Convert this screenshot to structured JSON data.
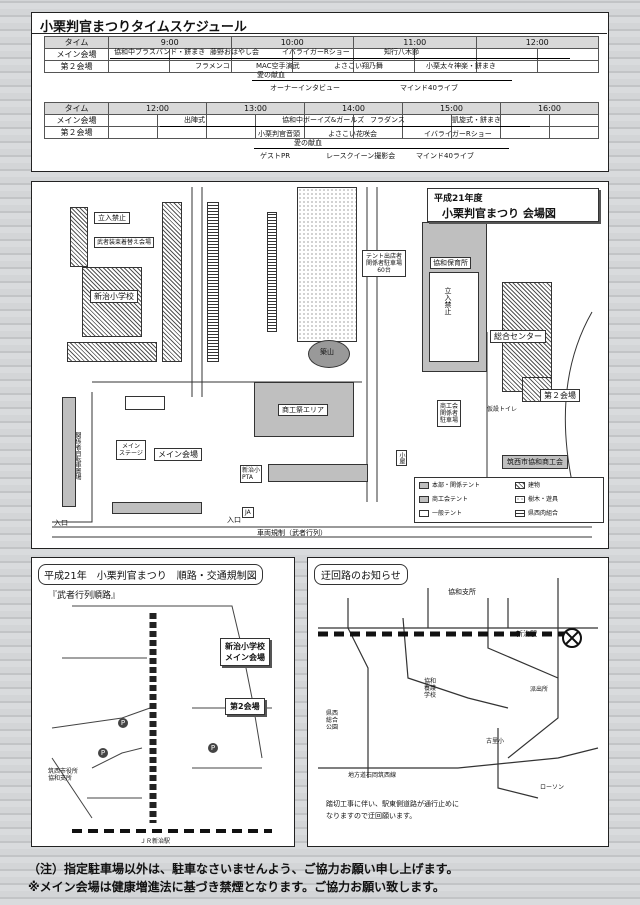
{
  "schedule": {
    "title": "小栗判官まつりタイムスケジュール",
    "col_header": "タイム",
    "venue_main": "メイン会場",
    "venue_second": "第２会場",
    "times_am": [
      "9:00",
      "10:00",
      "11:00",
      "12:00"
    ],
    "times_pm": [
      "12:00",
      "13:00",
      "14:00",
      "15:00",
      "16:00"
    ],
    "am_main_top": [
      "協和中ブラスバンド・餅まき",
      "藤野おはやし会",
      "イバライガーRショー",
      "知行八木節"
    ],
    "am_main_bottom": [
      "フラメンコ",
      "MAC空手演武",
      "よさこい翔乃舞",
      "小栗太々神楽・餅まき"
    ],
    "am_second_top": [
      "愛の献血"
    ],
    "am_second_bottom": [
      "オーナーインタビュー",
      "マインド40ライブ"
    ],
    "pm_main_top": [
      "出陣式",
      "協和中ボーイズ&ガールズ",
      "フラダンス",
      "凱旋式・餅まき"
    ],
    "pm_main_bottom": [
      "小栗判官音頭",
      "よさこい花咲会",
      "イバライガーRショー"
    ],
    "pm_second_top": [
      "愛の献血"
    ],
    "pm_second_bottom": [
      "ゲストPR",
      "レースクイーン撮影会",
      "マインド40ライブ"
    ]
  },
  "venue_map": {
    "title_year": "平成21年度",
    "title": "小栗判官まつり 会場図",
    "labels": {
      "school": "新治小学校",
      "no_entry": "立入禁止",
      "parking_exhibitors": "武者装束着替え会場",
      "tent_parking": "テント出店者\n関係者駐車場\n60台",
      "nursery": "協和保育所",
      "no_entry_v": "立入禁止",
      "sports_center": "総合センター",
      "second_venue": "第２会場",
      "main_venue": "メイン会場",
      "main_stage": "メイン\nステージ",
      "mound": "築山",
      "shoko_area": "商工祭エリア",
      "shokokai_parking": "商工会\n関係者\n駐車場",
      "chamber": "筑西市協和商工会",
      "bike_parking": "関係者自転車置場",
      "entrance": "入口",
      "traffic": "車両規制（武者行列）",
      "pta": "新治小\nPTA",
      "ja": "JA",
      "small_hut": "小屋",
      "toilet_tmp": "仮設トイレ"
    },
    "legend": [
      "本部・関係テント",
      "商工会テント",
      "一般テント",
      "建物",
      "樹木・遊具",
      "県西肉組合"
    ]
  },
  "route_map": {
    "title": "平成21年　小栗判官まつり　順路・交通規制図",
    "parade_label": "『武者行列順路』",
    "callout_school": "新治小学校\nメイン会場",
    "callout_second": "第2会場",
    "city_office": "筑西市役所\n協和支所",
    "station": "ＪＲ新治駅"
  },
  "detour_map": {
    "title": "迂回路のお知らせ",
    "branch_office": "協和支所",
    "station": "新治駅",
    "nursery": "協和\n養護\n学校",
    "park": "県西\n総合\n公園",
    "police": "派出所",
    "lawson": "ローソン",
    "furutake": "古里小",
    "road": "地方道石岡筑西線",
    "notice": "踏切工事に伴い、駅東側道路が通行止めに\nなりますので迂回願います。"
  },
  "footer": {
    "line1": "（注）指定駐車場以外は、駐車なさいませんよう、ご協力お願い申し上げます。",
    "line2": "※メイン会場は健康増進法に基づき禁煙となります。ご協力お願い致します。"
  }
}
